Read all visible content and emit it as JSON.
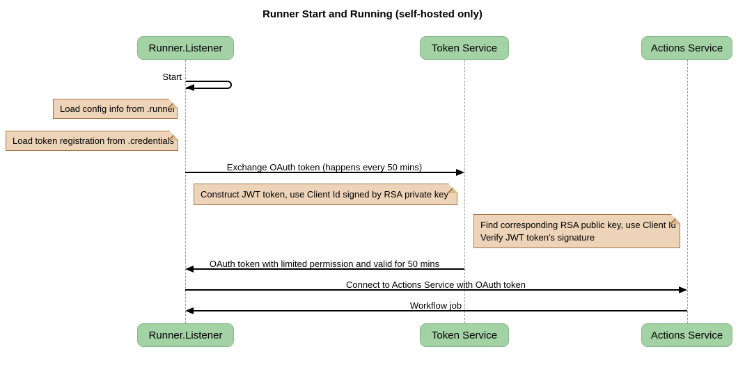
{
  "title": "Runner Start and Running (self-hosted only)",
  "colors": {
    "participant_fill": "#a3d3a5",
    "participant_border": "#88b78c",
    "note_fill": "#edd3b8",
    "note_border": "#a5754c",
    "note_fold": "#dbb98f",
    "lifeline": "#9a9a9a",
    "arrow": "#000000",
    "background": "#ffffff"
  },
  "participants": [
    {
      "name": "Runner.Listener"
    },
    {
      "name": "Token Service"
    },
    {
      "name": "Actions Service"
    }
  ],
  "messages": [
    {
      "label": "Start",
      "from": "Runner.Listener",
      "to": "Runner.Listener",
      "type": "self"
    },
    {
      "label": "Exchange OAuth token (happens every 50 mins)",
      "from": "Runner.Listener",
      "to": "Token Service",
      "type": "solid-right"
    },
    {
      "label": "OAuth token with limited permission and valid for 50 mins",
      "from": "Token Service",
      "to": "Runner.Listener",
      "type": "solid-left"
    },
    {
      "label": "Connect to Actions Service with OAuth token",
      "from": "Runner.Listener",
      "to": "Actions Service",
      "type": "solid-right"
    },
    {
      "label": "Workflow job",
      "from": "Actions Service",
      "to": "Runner.Listener",
      "type": "solid-left"
    }
  ],
  "notes": [
    {
      "lines": [
        "Load config info from .runner"
      ]
    },
    {
      "lines": [
        "Load token registration from .credentials"
      ]
    },
    {
      "lines": [
        "Construct JWT token, use Client Id signed by RSA private key"
      ]
    },
    {
      "lines": [
        "Find corresponding RSA public key, use Client Id",
        "Verify JWT token's signature"
      ]
    }
  ]
}
